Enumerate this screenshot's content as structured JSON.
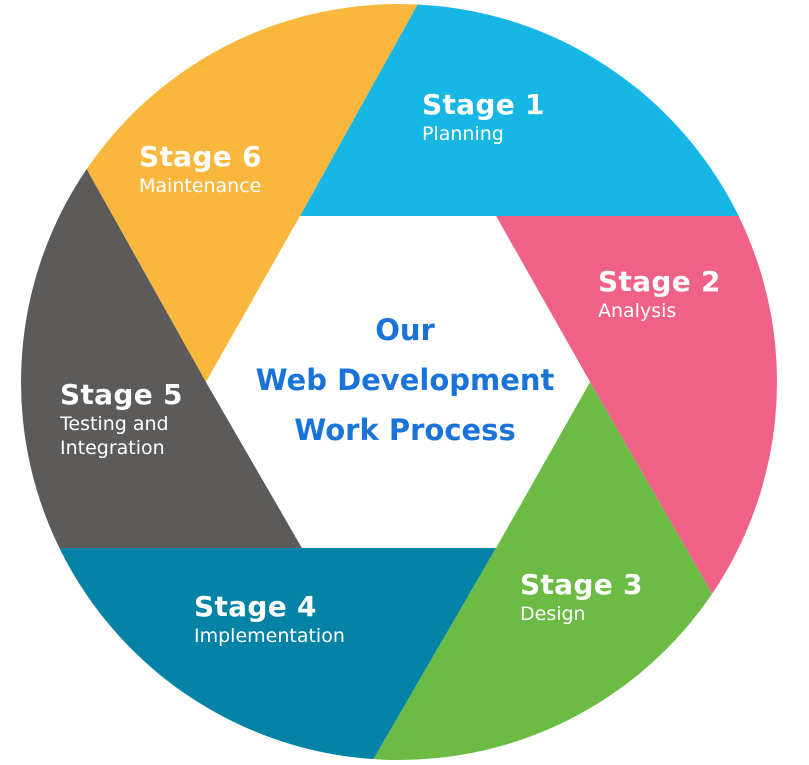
{
  "center": {
    "line1": "Our",
    "line2": "Web Development",
    "line3": "Work Process"
  },
  "stages": [
    {
      "title": "Stage 1",
      "label": "Planning",
      "color": "#16b6e5"
    },
    {
      "title": "Stage 2",
      "label": "Analysis",
      "color": "#ef6187"
    },
    {
      "title": "Stage 3",
      "label": "Design",
      "color": "#6bbb45"
    },
    {
      "title": "Stage 4",
      "label": "Implementation",
      "color": "#0583a6"
    },
    {
      "title": "Stage 5",
      "label_line1": "Testing and",
      "label_line2": "Integration",
      "color": "#5c5b5a"
    },
    {
      "title": "Stage 6",
      "label": "Maintenance",
      "color": "#f9b73e"
    }
  ]
}
